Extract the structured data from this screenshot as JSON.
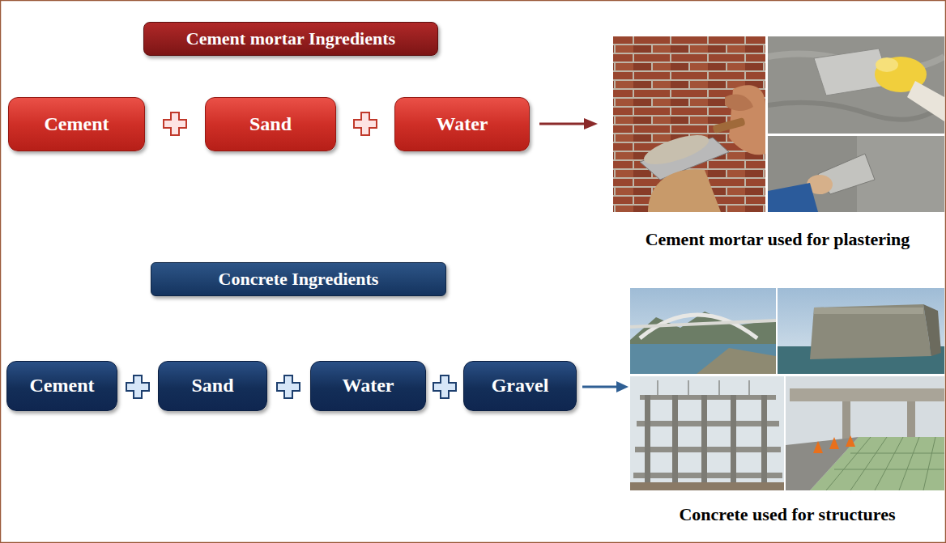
{
  "diagram": {
    "nodes": [
      {
        "text": [
          "Cement mortar Ingredients"
        ]
      },
      {
        "text": [
          "Cement"
        ]
      },
      {
        "text": [
          "Sand"
        ]
      },
      {
        "text": [
          "Water"
        ]
      },
      {
        "text": [
          "Concrete Ingredients"
        ]
      },
      {
        "text": [
          "Cement"
        ]
      },
      {
        "text": [
          "Sand"
        ]
      },
      {
        "text": [
          "Water"
        ]
      },
      {
        "text": [
          "Gravel"
        ]
      }
    ],
    "labels": [
      "Cement mortar used for plastering",
      "Concrete used for structures"
    ]
  }
}
